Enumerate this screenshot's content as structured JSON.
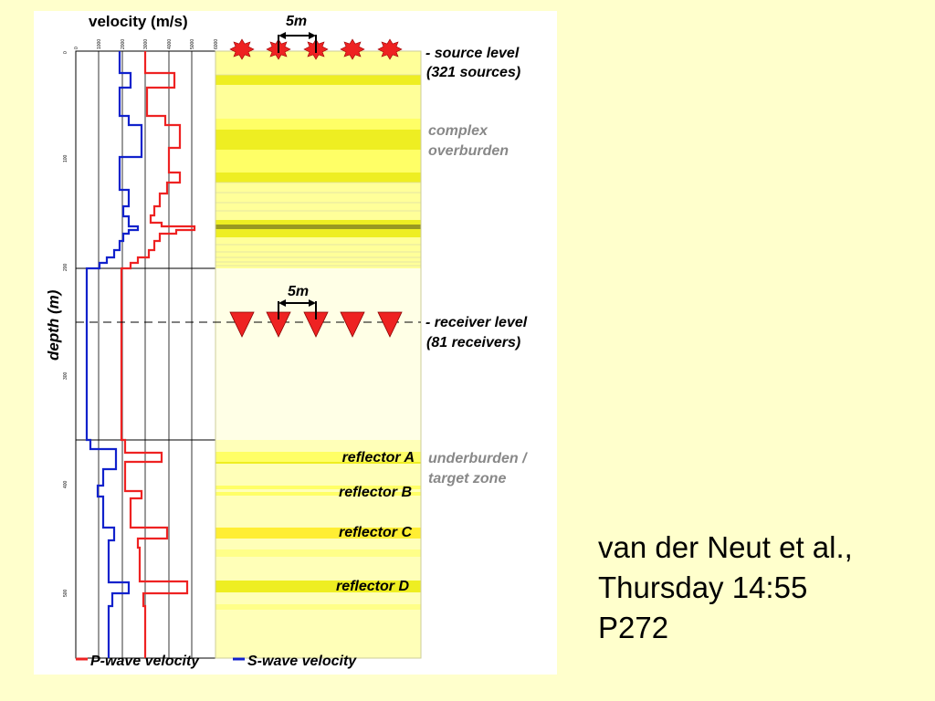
{
  "figure": {
    "velocity_title": "velocity (m/s)",
    "depth_label": "depth (m)",
    "velocity_ticks": [
      "0",
      "1000",
      "2000",
      "3000",
      "4000",
      "5000",
      "6000"
    ],
    "depth_ticks": [
      "0",
      "100",
      "200",
      "300",
      "400",
      "500"
    ],
    "source_spacing": "5m",
    "receiver_spacing": "5m",
    "source_level_line1": "- source level",
    "source_level_line2": "(321 sources)",
    "receiver_level_line1": "- receiver level",
    "receiver_level_line2": "(81 receivers)",
    "overburden_line1": "complex",
    "overburden_line2": "overburden",
    "underburden_line1": "underburden /",
    "underburden_line2": "target zone",
    "reflectors": [
      "reflector A",
      "reflector B",
      "reflector C",
      "reflector D"
    ],
    "legend_p": "P-wave velocity",
    "legend_s": "S-wave velocity",
    "colors": {
      "p_wave": "#ee2222",
      "s_wave": "#1122cc",
      "marker": "#ee2222",
      "layer_light": "#ffff99",
      "layer_mid": "#eeee22",
      "layer_dark": "#999922"
    }
  },
  "citation": {
    "line1": "van der Neut et al.,",
    "line2": "Thursday 14:55",
    "line3": "P272"
  }
}
